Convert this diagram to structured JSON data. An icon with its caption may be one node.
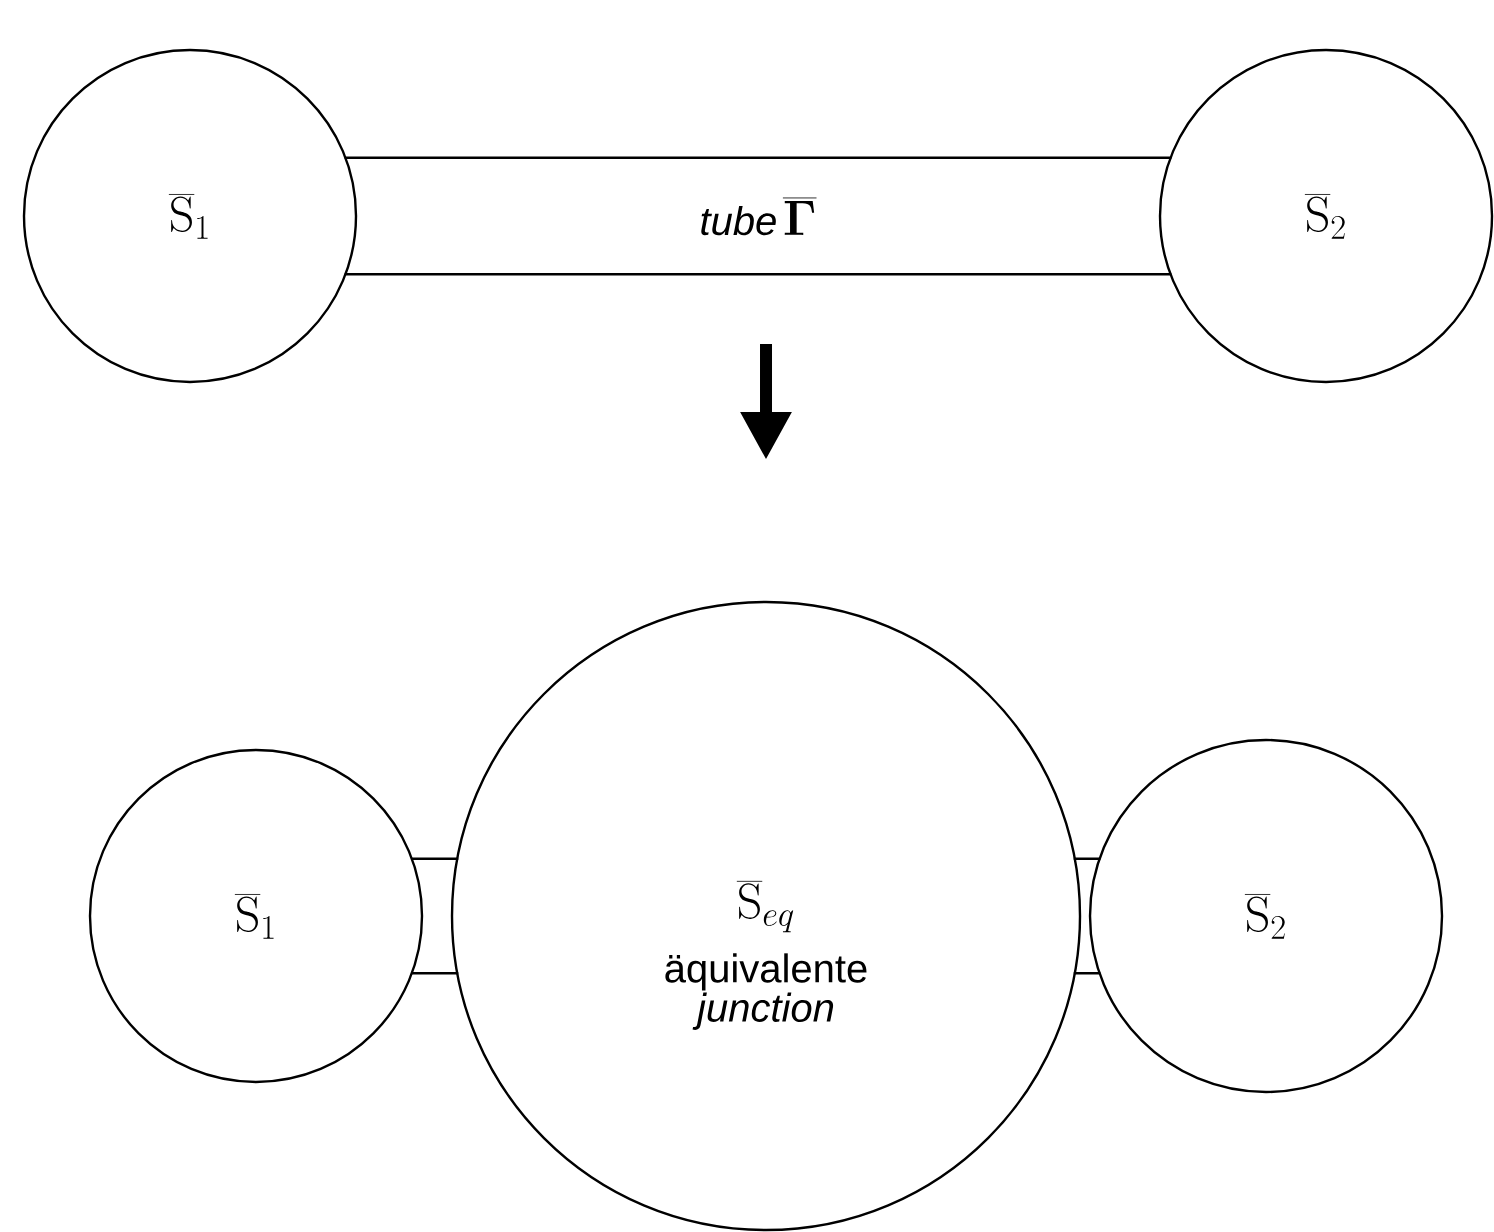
{
  "diagram": {
    "nodes": [
      {
        "text": [
          "\\overline{\\mathrm{S}}_1"
        ]
      },
      {
        "text": [
          "tube",
          "\\overline{\\mathbf{\\Gamma}}"
        ]
      },
      {
        "text": [
          "\\overline{\\mathrm{S}}_2"
        ]
      },
      {
        "text": [
          "\\overline{\\mathrm{S}}_1"
        ]
      },
      {
        "text": [],
        "shape": "box"
      },
      {
        "text": [
          "\\overline{\\mathrm{S}}_{eq}",
          "äquivalente *junction*"
        ]
      },
      {
        "text": [],
        "shape": "box"
      },
      {
        "text": [
          "\\overline{\\mathrm{S}}_2"
        ]
      }
    ]
  }
}
